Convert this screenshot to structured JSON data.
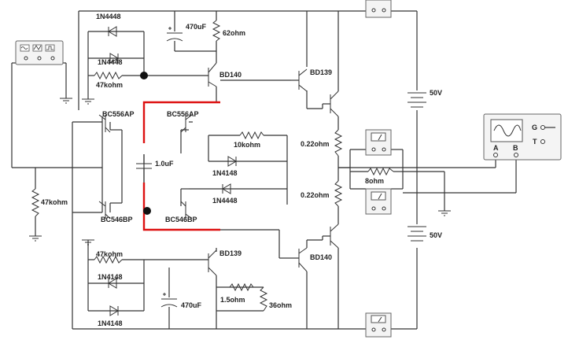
{
  "components": {
    "d_1n4448_top": "1N4448",
    "d_1n4448_top2": "1N4448",
    "c_470uf_top": "470uF",
    "r_62ohm": "62ohm",
    "r_47kohm_top": "47kohm",
    "q_bd140_top": "BD140",
    "q_bd139_top": "BD139",
    "q_bc556ap_left": "BC556AP",
    "q_bc556ap_right": "BC556AP",
    "r_10kohm": "10kohm",
    "d_1n4148_mid": "1N4148",
    "c_1uf": "1.0uF",
    "d_1n4448_mid": "1N4448",
    "r_022_top": "0.22ohm",
    "r_8ohm": "8ohm",
    "r_022_bot": "0.22ohm",
    "r_47kohm_left": "47kohm",
    "q_bc546bp_left": "BC546BP",
    "q_bc546bp_right": "BC546BP",
    "r_47kohm_bot": "47kohm",
    "d_1n4148_bot": "1N4148",
    "q_bd139_bot": "BD139",
    "q_bd140_bot": "BD140",
    "c_470uf_bot": "470uF",
    "r_15ohm": "1.5ohm",
    "r_36ohm": "36ohm",
    "d_1n4148_bot2": "1N4148",
    "v_50v_top": "50V",
    "v_50v_bot": "50V"
  },
  "oscilloscope": {
    "a": "A",
    "b": "B",
    "g": "G",
    "t": "T"
  },
  "colors": {
    "wire": "#333333",
    "highlight": "#dd1111",
    "instrument": "#f4f4f4"
  },
  "icons": [
    "function-generator-icon",
    "oscilloscope-icon",
    "ammeter-icon",
    "ground-icon",
    "junction-dot"
  ]
}
